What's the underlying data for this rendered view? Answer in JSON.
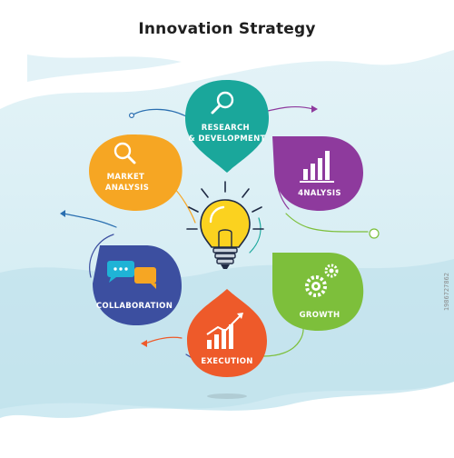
{
  "title": "Innovation Strategy",
  "center_icon": "lightbulb-icon",
  "nodes": [
    {
      "id": "research",
      "label_lines": [
        "RESEARCH",
        "& DEVELOPMENT"
      ],
      "icon": "magnifier-icon",
      "color": "#1aa79b"
    },
    {
      "id": "market",
      "label_lines": [
        "MARKET",
        "ANALYSIS"
      ],
      "icon": "magnifier-icon",
      "color": "#f6a623"
    },
    {
      "id": "analysis",
      "label_lines": [
        "4NALYSIS"
      ],
      "icon": "bar-chart-icon",
      "color": "#8e3a9d"
    },
    {
      "id": "collaboration",
      "label_lines": [
        "COLLABORATION"
      ],
      "icon": "chat-bubbles-icon",
      "color": "#3c4fa0"
    },
    {
      "id": "growth",
      "label_lines": [
        "GROWTH"
      ],
      "icon": "gears-icon",
      "color": "#7dbf3b"
    },
    {
      "id": "execution",
      "label_lines": [
        "EXECUTION"
      ],
      "icon": "rising-bar-chart-icon",
      "color": "#ee5a2a"
    }
  ],
  "watermark": "1986727862"
}
